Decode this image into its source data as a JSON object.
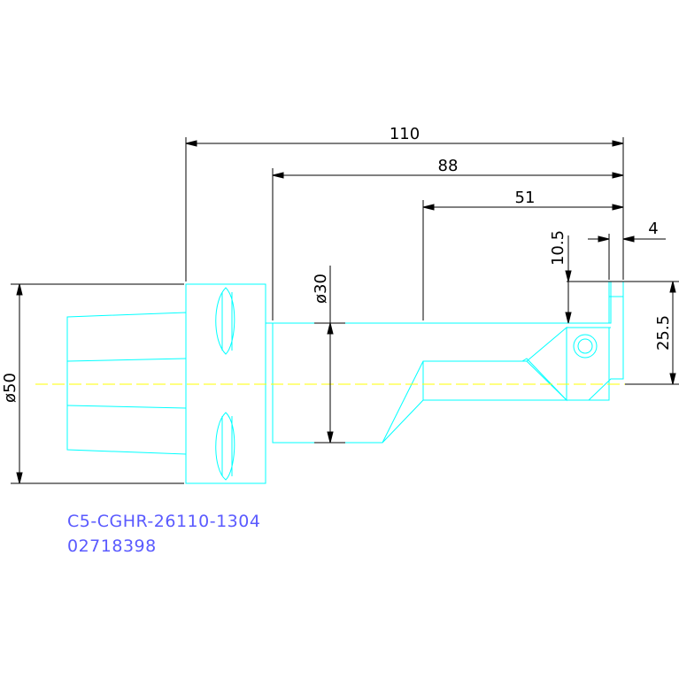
{
  "colors": {
    "outline": "#00ffff",
    "centerline": "#ffff00",
    "dimension": "#000000",
    "label": "#5a5aff"
  },
  "dimensions": {
    "total_length": "110",
    "shank_length": "88",
    "head_length": "51",
    "tip_width": "4",
    "head_offset": "10.5",
    "center_height": "25.5",
    "shank_diameter": "ø30",
    "flange_diameter": "ø50"
  },
  "part": {
    "code": "C5-CGHR-26110-1304",
    "number": "02718398"
  }
}
